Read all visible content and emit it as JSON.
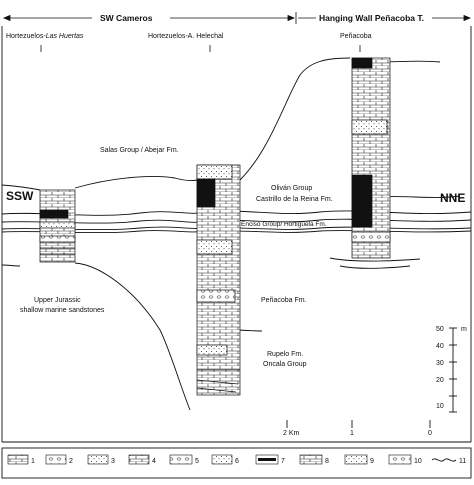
{
  "header": {
    "left_title": "SW Cameros",
    "right_title": "Hanging Wall Peñacoba T."
  },
  "sections": {
    "s1_name": "Hortezuelos-",
    "s1_name_italic": "Las Huertas",
    "s2_name": "Hortezuelos-A. Helechal",
    "s3_name": "Peñacoba"
  },
  "ends": {
    "left": "SSW",
    "right": "NNE"
  },
  "units": {
    "salas": "Salas Group / Abejar Fm.",
    "olivan_1": "Oliván Group",
    "olivan_2": "Castrillo de la Reina Fm.",
    "enciso": "Enciso Group/ Hortigüela Fm.",
    "upper_jurassic_1": "Upper Jurassic",
    "upper_jurassic_2": "shallow marine sandstones",
    "penacoba_fm": "Peñacoba Fm.",
    "rupelo_1": "Rupelo Fm.",
    "rupelo_2": "Oncala Group"
  },
  "vertical_scale": {
    "unit": "m",
    "ticks": [
      "50",
      "40",
      "30",
      "20",
      "10"
    ]
  },
  "horizontal_scale": {
    "ticks": [
      "2",
      "1",
      "0"
    ],
    "unit": "Km"
  },
  "legend": {
    "items": [
      {
        "num": "1"
      },
      {
        "num": "2"
      },
      {
        "num": "3"
      },
      {
        "num": "4"
      },
      {
        "num": "5"
      },
      {
        "num": "6"
      },
      {
        "num": "7"
      },
      {
        "num": "8"
      },
      {
        "num": "9"
      },
      {
        "num": "10"
      },
      {
        "num": "11"
      }
    ]
  }
}
